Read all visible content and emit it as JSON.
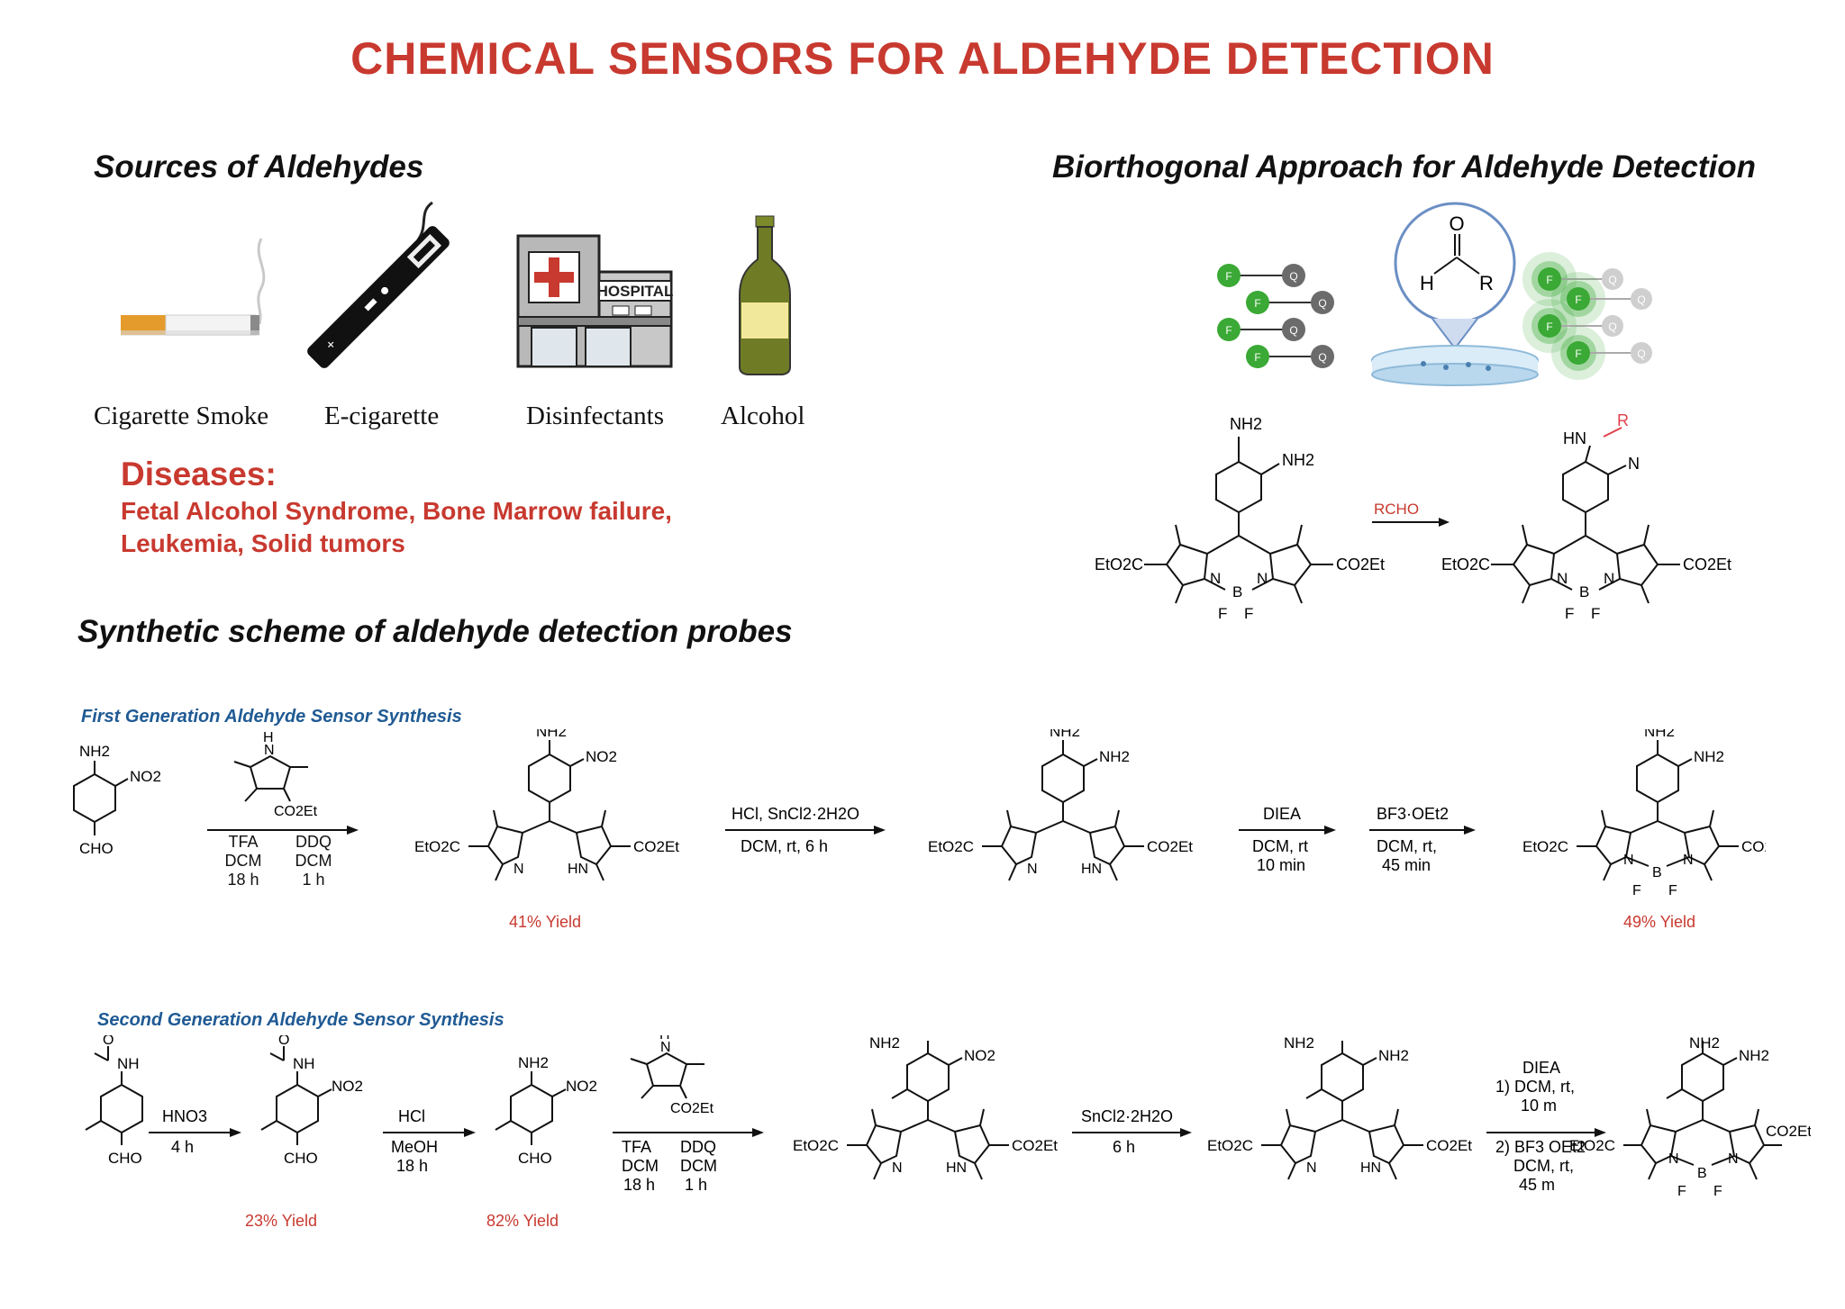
{
  "title": "CHEMICAL SENSORS FOR ALDEHYDE DETECTION",
  "sources": {
    "heading": "Sources of Aldehydes",
    "items": [
      "Cigarette Smoke",
      "E-cigarette",
      "Disinfectants",
      "Alcohol"
    ],
    "hospital_sign": "HOSPITAL"
  },
  "diseases": {
    "heading": "Diseases:",
    "lines": [
      "Fetal Alcohol Syndrome, Bone Marrow failure,",
      "Leukemia, Solid tumors"
    ]
  },
  "bioorthogonal": {
    "heading": "Biorthogonal Approach for Aldehyde Detection",
    "fluorophore_letter": "F",
    "quencher_letter": "Q",
    "aldehyde_atoms": {
      "o": "O",
      "h": "H",
      "r": "R"
    },
    "reagent": "RCHO",
    "ester": "CO2Et",
    "ester_left": "EtO2C",
    "amine": "NH2",
    "imidazole": "HN",
    "r_group": "R",
    "atoms": {
      "n": "N",
      "b": "B",
      "f": "F"
    }
  },
  "synthesis": {
    "heading": "Synthetic scheme of aldehyde detection probes",
    "first_gen": {
      "label": "First Generation Aldehyde Sensor Synthesis",
      "step1_left": [
        "TFA",
        "DCM",
        "18 h"
      ],
      "step1_right": [
        "DDQ",
        "DCM",
        "1 h"
      ],
      "yield1": "41% Yield",
      "step2": [
        "HCl, SnCl2·2H2O",
        "DCM, rt, 6 h"
      ],
      "step3": [
        "DIEA",
        "DCM, rt",
        "10 min"
      ],
      "step4": [
        "BF3·OEt2",
        "DCM, rt,",
        "45 min"
      ],
      "yield2": "49% Yield"
    },
    "second_gen": {
      "label": "Second Generation Aldehyde Sensor Synthesis",
      "step1": [
        "HNO3",
        "4 h"
      ],
      "yield1": "23% Yield",
      "step2": [
        "HCl",
        "MeOH",
        "18 h"
      ],
      "yield2": "82% Yield",
      "step3_left": [
        "TFA",
        "DCM",
        "18 h"
      ],
      "step3_right": [
        "DDQ",
        "DCM",
        "1 h"
      ],
      "step4": [
        "SnCl2·2H2O",
        "6 h"
      ],
      "step5_top": [
        "DIEA",
        "1) DCM, rt,",
        "10 m"
      ],
      "step5_bottom": [
        "2) BF3 OEt2",
        "DCM, rt,",
        "45 m"
      ]
    },
    "atoms": {
      "nh2": "NH2",
      "no2": "NO2",
      "cho": "CHO",
      "nh": "NH",
      "o": "O",
      "h": "H",
      "n": "N",
      "hn": "HN",
      "co2et": "CO2Et",
      "eto2c": "EtO2C",
      "b": "B",
      "f": "F"
    }
  },
  "colors": {
    "accent_red": "#c8392f",
    "label_blue": "#1f5a94",
    "fluor_green": "#3aa935"
  }
}
